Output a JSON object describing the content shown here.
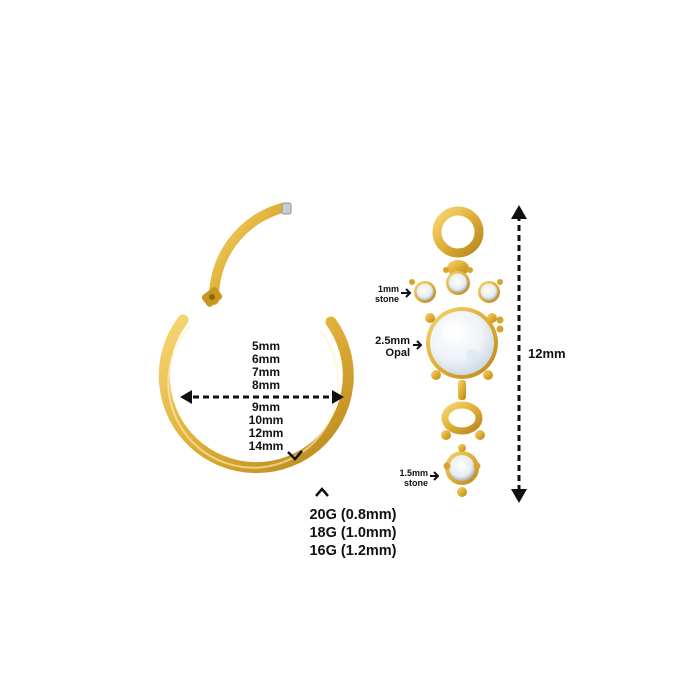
{
  "ring": {
    "diameters": [
      "5mm",
      "6mm",
      "7mm",
      "8mm",
      "9mm",
      "10mm",
      "12mm",
      "14mm"
    ],
    "gauges": [
      "20G (0.8mm)",
      "18G (1.0mm)",
      "16G (1.2mm)"
    ]
  },
  "charm": {
    "top_stone_line1": "1mm",
    "top_stone_line2": "stone",
    "opal_line1": "2.5mm",
    "opal_line2": "Opal",
    "bottom_stone_line1": "1.5mm",
    "bottom_stone_line2": "stone",
    "length": "12mm"
  },
  "colors": {
    "gold": "#e2b23a",
    "gold_dark": "#b8861c",
    "opal": "#eef3f7",
    "background": "#ffffff"
  }
}
